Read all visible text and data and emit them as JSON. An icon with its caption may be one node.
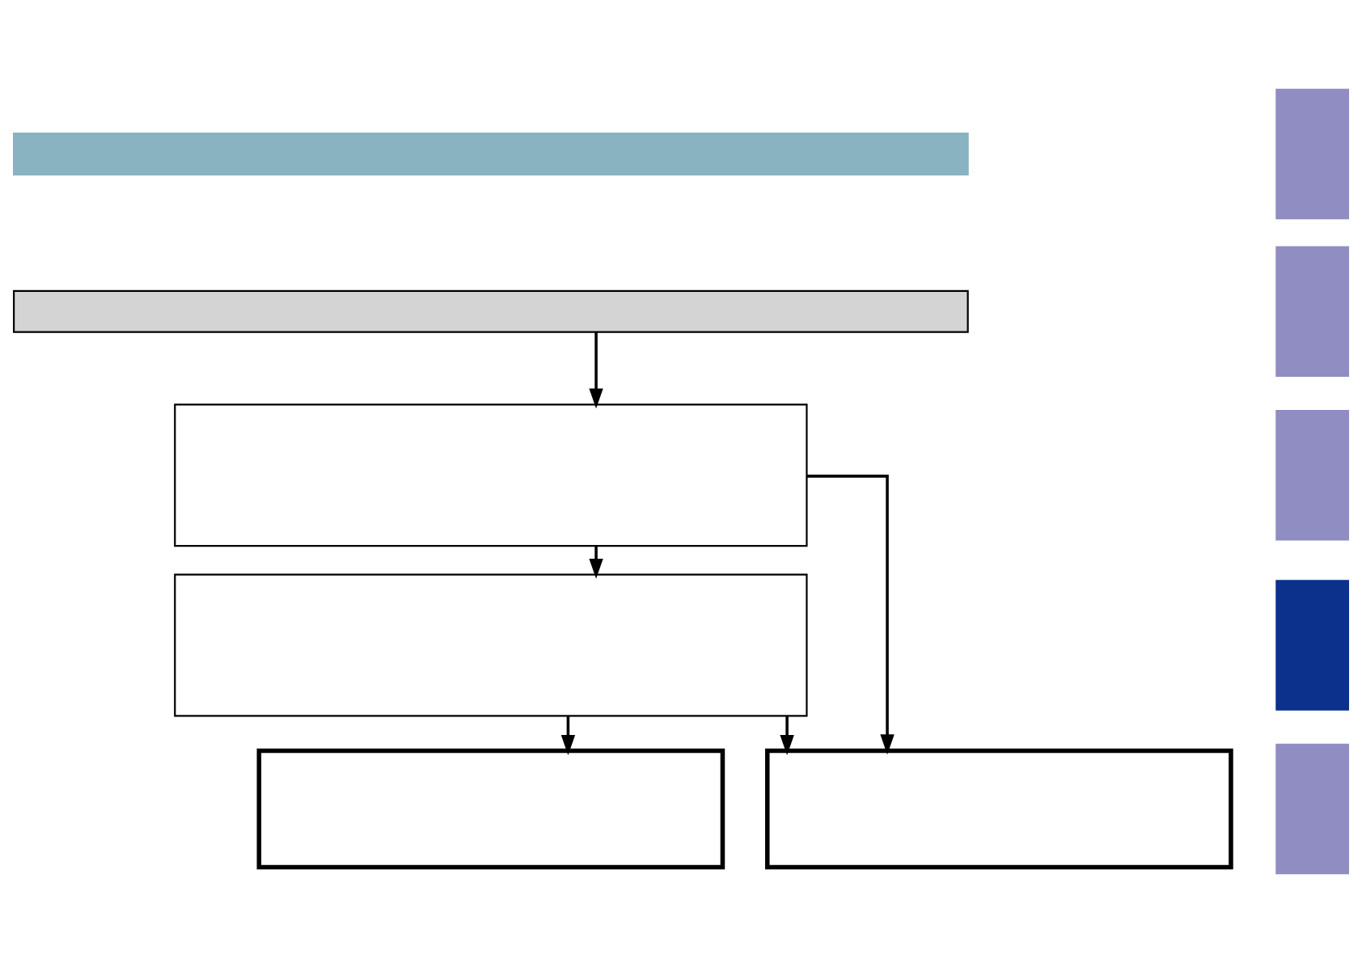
{
  "diagram": {
    "nodes": [
      {
        "text": [],
        "shape": "bar"
      },
      {
        "text": [],
        "shape": "box"
      },
      {
        "text": [],
        "shape": "box"
      },
      {
        "text": [],
        "shape": "box"
      },
      {
        "text": [],
        "shape": "box"
      },
      {
        "text": [],
        "shape": "box"
      },
      {
        "text": [],
        "shape": "bar"
      },
      {
        "text": [],
        "shape": "bar"
      },
      {
        "text": [],
        "shape": "bar"
      },
      {
        "text": [],
        "shape": "bar"
      },
      {
        "text": [],
        "shape": "bar"
      }
    ],
    "edges": [
      {
        "from": 1,
        "to": 2,
        "arrow": "to"
      },
      {
        "from": 2,
        "to": 3,
        "arrow": "to"
      },
      {
        "from": 3,
        "to": 4,
        "arrow": "to"
      },
      {
        "from": 2,
        "to": 5,
        "arrow": "to"
      },
      {
        "from": 3,
        "to": 5,
        "arrow": "to"
      }
    ]
  }
}
